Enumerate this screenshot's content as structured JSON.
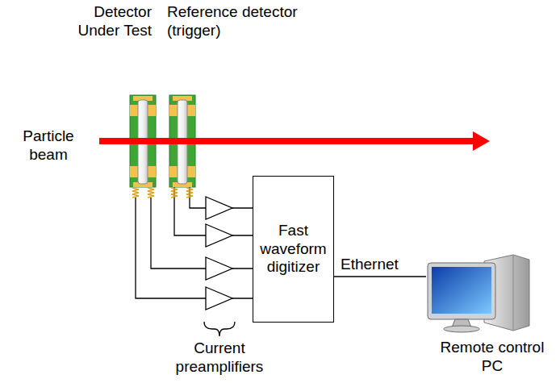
{
  "diagram": {
    "nodes": [
      {
        "text": [
          "Detector Under Test"
        ]
      },
      {
        "text": [
          "Reference detector (trigger)"
        ]
      },
      {
        "text": [
          "Fast waveform digitizer"
        ]
      },
      {
        "text": [
          "Remote control PC"
        ]
      }
    ],
    "edges": [
      {
        "from": 1,
        "to": 2,
        "arrow": "none"
      },
      {
        "from": 1,
        "to": 2,
        "arrow": "none"
      },
      {
        "from": 0,
        "to": 2,
        "arrow": "none"
      },
      {
        "from": 0,
        "to": 2,
        "arrow": "none"
      },
      {
        "from": 2,
        "to": 3,
        "label": "Ethernet",
        "arrow": "none"
      }
    ],
    "labels": [
      "Particle beam",
      "Current preamplifiers"
    ]
  }
}
